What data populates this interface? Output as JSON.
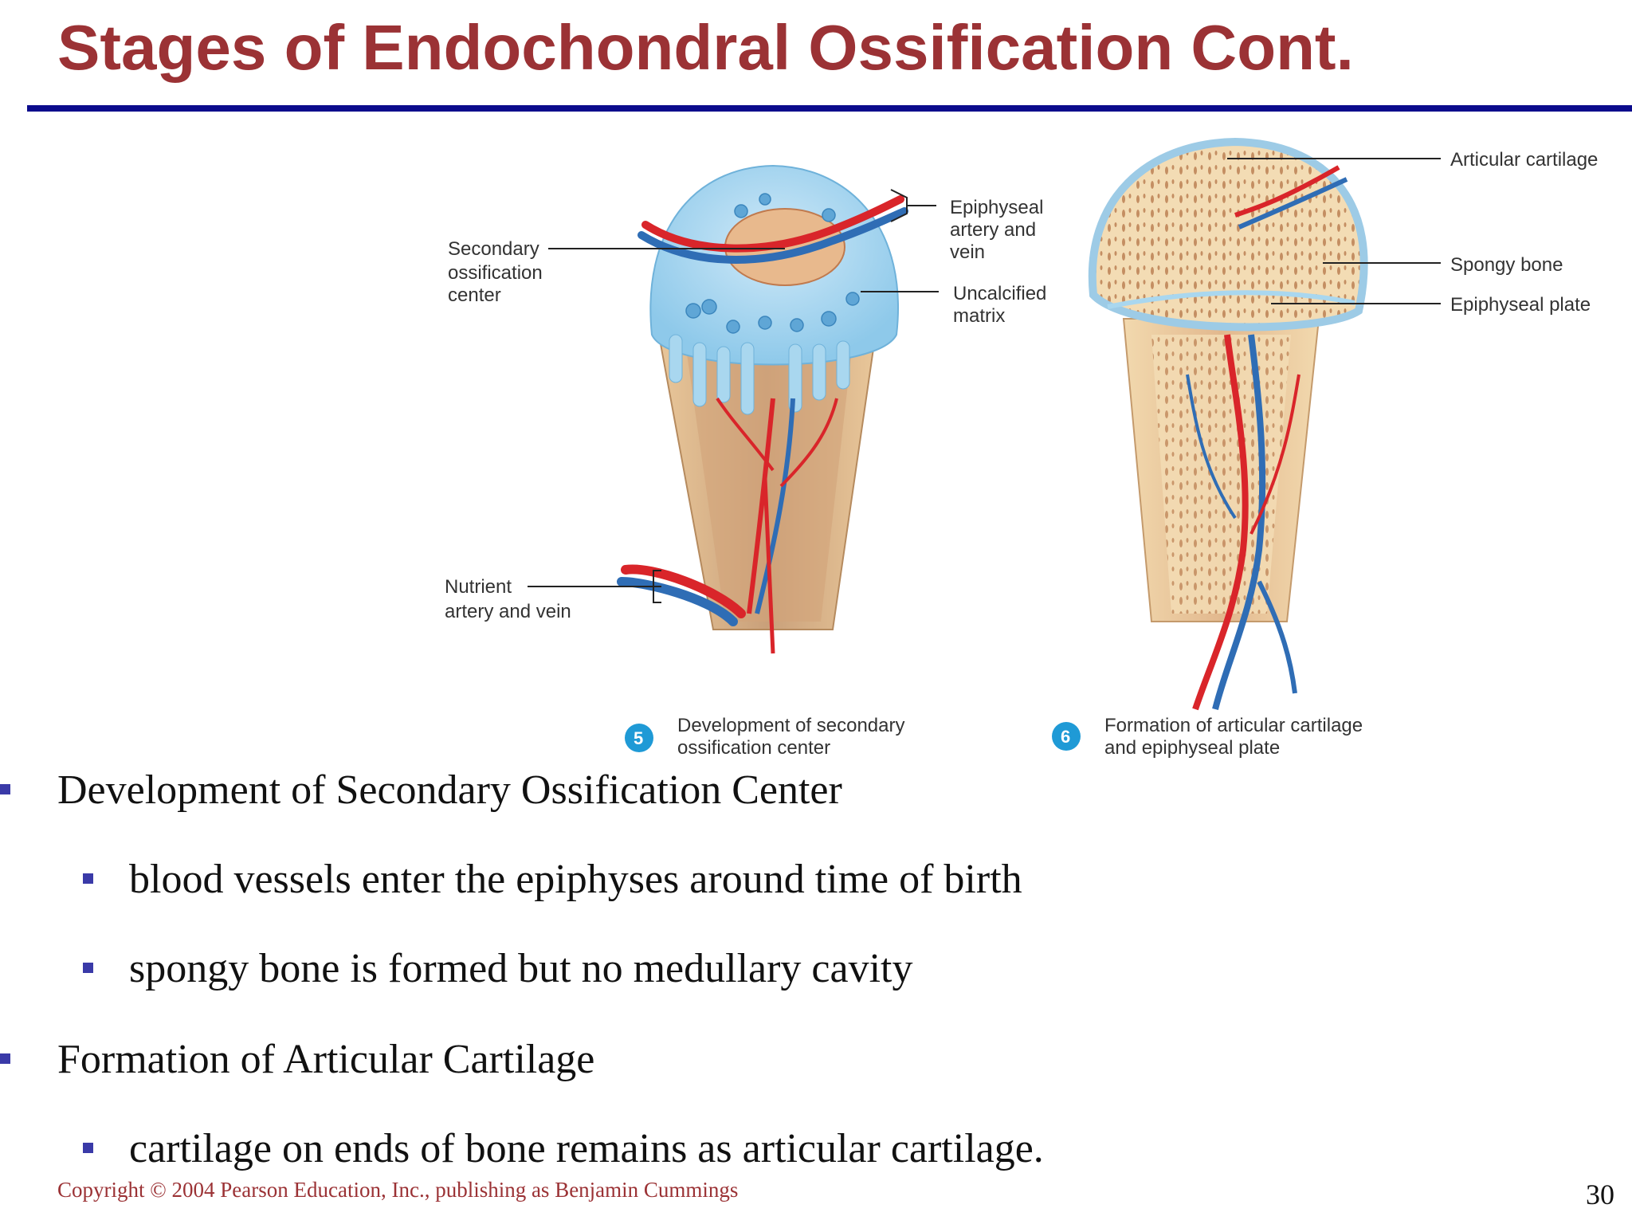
{
  "slide": {
    "title": "Stages of Endochondral Ossification Cont.",
    "page_number": "30",
    "copyright": "Copyright © 2004 Pearson Education, Inc., publishing as Benjamin Cummings"
  },
  "figure": {
    "left_labels": {
      "secondary_center": [
        "Secondary",
        "ossification",
        "center"
      ],
      "epiphyseal_vessels": [
        "Epiphyseal",
        "artery and",
        "vein"
      ],
      "uncalcified_matrix": [
        "Uncalcified",
        "matrix"
      ],
      "nutrient_vessels": [
        "Nutrient",
        "artery and vein"
      ]
    },
    "right_labels": {
      "articular_cartilage": "Articular cartilage",
      "spongy_bone": "Spongy bone",
      "epiphyseal_plate": "Epiphyseal plate"
    },
    "captions": [
      {
        "number": "5",
        "lines": [
          "Development of secondary",
          "ossification center"
        ]
      },
      {
        "number": "6",
        "lines": [
          "Formation of articular cartilage",
          "and epiphyseal plate"
        ]
      }
    ],
    "colors": {
      "artery": "#d9252a",
      "vein": "#2f6db5",
      "cartilage": "#a9d7ef",
      "bone": "#e9c79a",
      "badge": "#1f9ad6"
    }
  },
  "bullets": [
    {
      "level": 1,
      "text": "Development of Secondary Ossification Center"
    },
    {
      "level": 2,
      "text": "blood vessels enter the epiphyses around time of birth"
    },
    {
      "level": 2,
      "text": "spongy bone is formed but no medullary cavity"
    },
    {
      "level": 1,
      "text": "Formation of Articular Cartilage"
    },
    {
      "level": 2,
      "text": "cartilage on ends of bone remains as articular cartilage."
    }
  ]
}
